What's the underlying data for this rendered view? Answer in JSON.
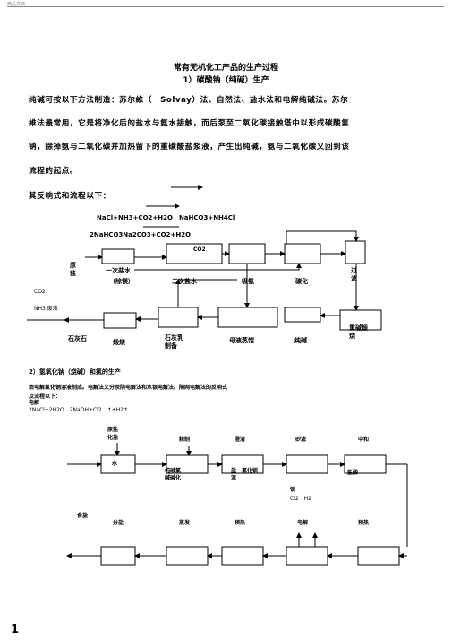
{
  "header": {
    "tag": "精品文档"
  },
  "title": {
    "line1": "常有无机化工产品的生产过程",
    "line2": "1）碳酸钠（纯碱）生产"
  },
  "intro": {
    "line1": "纯碱可按以下方法制造：苏尔維（　Solvay）法、自然法、盐水法和电解纯碱法。苏尔",
    "line2": "維法最常用，它是将净化后的盐水与氨水接触，而后泵至二氧化碳接触塔中以形成碳酸氢",
    "line3": "钠，除掉氨与二氧化碳并加热留下的重碳酸盐浆液，产生出纯碱，氨与二氧化碳又回到该",
    "line4": "流程的起点。",
    "line5": "其反响式和流程以下："
  },
  "reaction1": {
    "eq1": "NaCl+NH3+CO2+H2O　NaHCO3+NH4Cl",
    "eq2": "2NaHCO3Na2CO3+CO2+H2O"
  },
  "diagram1": {
    "co2_top": "CO2",
    "raw_salt": "原\n盐",
    "primary_brine": "一次盐水",
    "purify": "（除镁）",
    "secondary_brine": "二次盐水",
    "absorb_ammonia": "吸氨",
    "carbonize": "碳化",
    "filter": "过\n滤",
    "co2_left": "CO2",
    "nh3_waste": "NH3 废液",
    "limestone": "石灰石",
    "calcine": "煅烧",
    "lime_milk": "石灰乳\n制备",
    "mother_liquor": "母液蒸馏",
    "soda_ash": "纯碱",
    "bicarb_calcine": "重碱煅\n烧"
  },
  "section2": {
    "heading": "2）氢氧化钠（烧碱）和氯的生产",
    "desc": "由电解氯化钠溶液制成。电解法又分汞阴电解法和水银电解法。隔网电解法的反响式",
    "desc2": "及流程以下：",
    "electrolysis": "电解",
    "equation": "2NaCl+2H2O　2NaOH+Cl2　↑+H2↑"
  },
  "diagram2": {
    "top_label": "原盐\n化盐",
    "refine": "精制",
    "clarify": "澄清",
    "sand_filter": "砂滤",
    "neutralize": "中和",
    "water": "水",
    "soda_barium": "纯碱氯\n碱碱化",
    "salt_mud": "盐　氯化钡\n泥",
    "hcl": "盐酸",
    "barium": "钡",
    "gases": "Cl2　H2",
    "table_salt": "食盐",
    "separate_salt": "分盐",
    "evaporate": "蒸发",
    "preheat1": "预热",
    "electrolyze": "电解",
    "preheat2": "预热"
  },
  "footer": {
    "page_number": "1"
  }
}
